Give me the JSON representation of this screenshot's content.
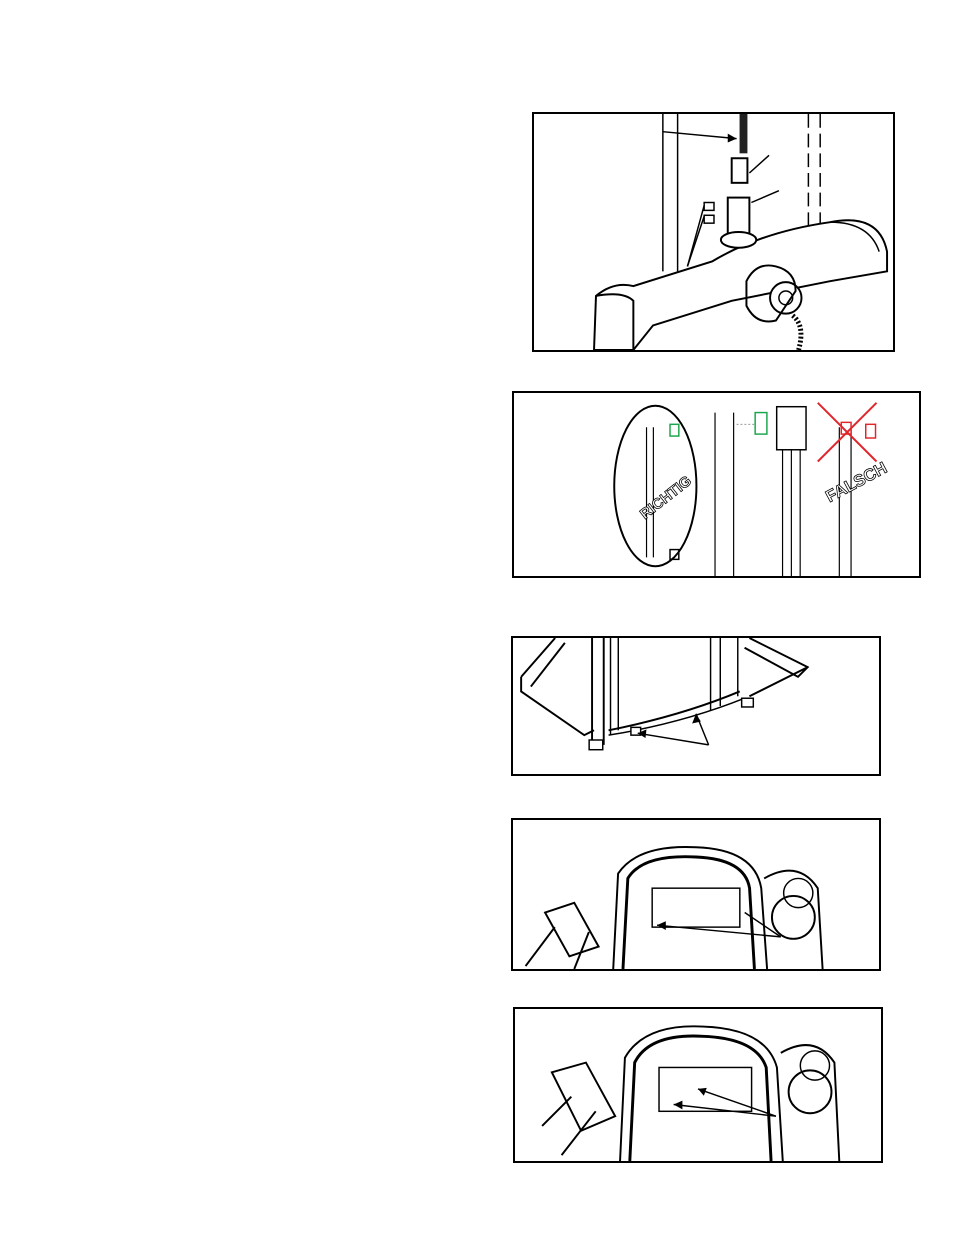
{
  "figures": [
    {
      "id": "fig1",
      "label": ""
    },
    {
      "id": "fig2",
      "label_correct": "RICHTIG",
      "label_wrong": "FALSCH"
    },
    {
      "id": "fig3",
      "label": ""
    },
    {
      "id": "fig4",
      "label": ""
    },
    {
      "id": "fig5",
      "label": ""
    }
  ],
  "colors": {
    "correct": "#1aa64b",
    "wrong": "#e0262b",
    "line": "#000000"
  }
}
